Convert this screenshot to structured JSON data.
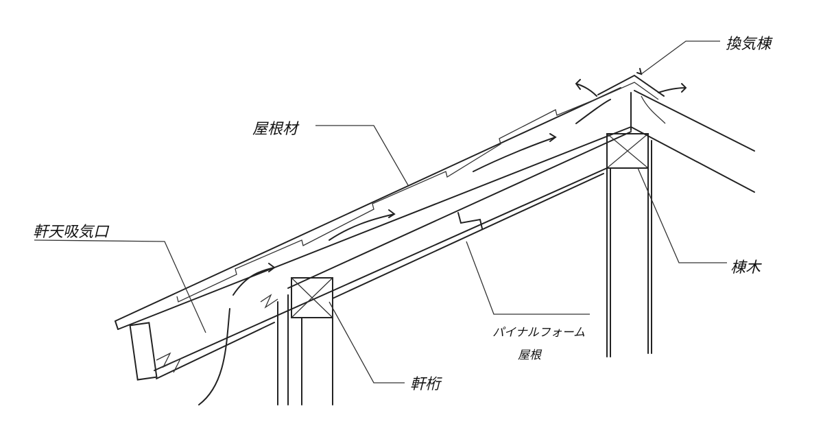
{
  "labels": {
    "ridge_vent": "換気棟",
    "roofing": "屋根材",
    "soffit_intake": "軒天吸気口",
    "eave_beam": "軒桁",
    "insulation_line1": "パイナルフォーム",
    "insulation_line2": "屋根",
    "ridge_beam": "棟木"
  }
}
